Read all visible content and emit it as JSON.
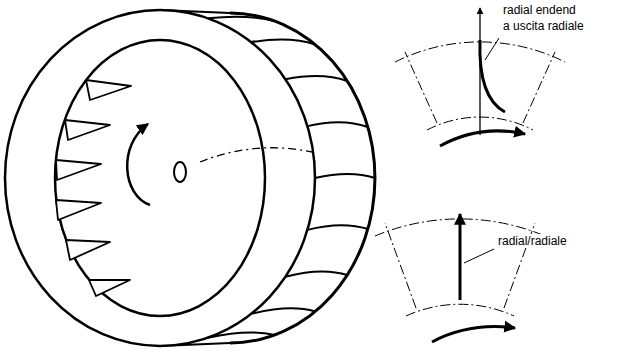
{
  "diagram": {
    "labels": [
      "radial endend",
      "a uscita radiale",
      "radial/radiale"
    ]
  }
}
